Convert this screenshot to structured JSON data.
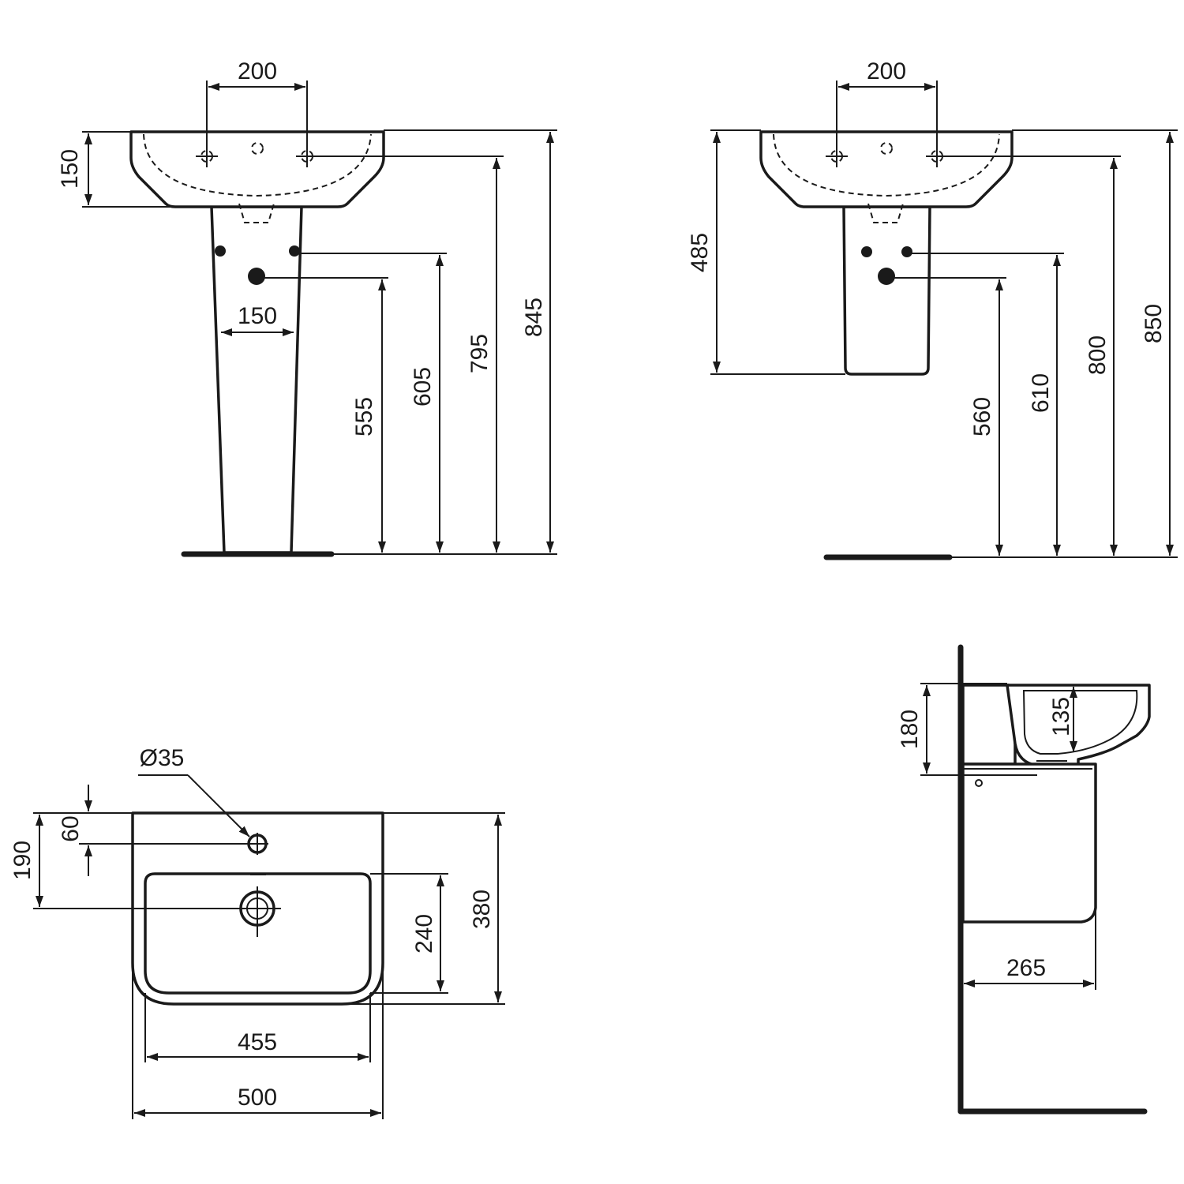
{
  "views": {
    "pedestal_front": {
      "tap_spacing": "200",
      "basin_depth": "150",
      "pedestal_hole_spacing": "150",
      "waste_height": "555",
      "supply_height": "605",
      "tap_height": "795",
      "rim_height": "845"
    },
    "semi_pedestal_front": {
      "tap_spacing": "200",
      "semi_pedestal_height": "485",
      "waste_height": "560",
      "supply_height": "610",
      "tap_height": "800",
      "rim_height": "850"
    },
    "plan": {
      "tap_hole_diameter": "Ø35",
      "tap_hole_offset": "60",
      "waste_offset": "190",
      "bowl_depth": "240",
      "overall_depth": "380",
      "bowl_width": "455",
      "overall_width": "500"
    },
    "side": {
      "rim_depth": "180",
      "bowl_depth": "135",
      "pedestal_projection": "265"
    }
  }
}
